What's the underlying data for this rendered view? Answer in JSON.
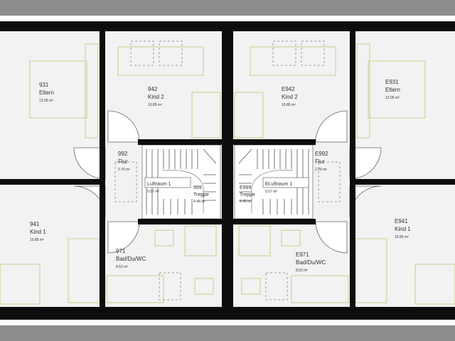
{
  "colors": {
    "wall": "#0d0d0d",
    "floor": "#f2f2f2",
    "outer_band": "#8c8c8c",
    "furniture": "#c7cf8a",
    "dashed": "#9a9a9a",
    "text": "#333333"
  },
  "rooms": [
    {
      "id": "931",
      "number": "931",
      "name": "Eltern",
      "area": "13.05 m²"
    },
    {
      "id": "942",
      "number": "942",
      "name": "Kind 2",
      "area": "10.85 m²"
    },
    {
      "id": "E942",
      "number": "E942",
      "name": "Kind 2",
      "area": "10.85 m²"
    },
    {
      "id": "E931",
      "number": "E931",
      "name": "Eltern",
      "area": "13.05 m²"
    },
    {
      "id": "992",
      "number": "992",
      "name": "Flur",
      "area": "2.76 m²"
    },
    {
      "id": "E992",
      "number": "E992",
      "name": "Flur",
      "area": "2.76 m²"
    },
    {
      "id": "luftraum-1",
      "number": "",
      "name": "Luftraum 1",
      "area": "0.57 m²"
    },
    {
      "id": "E-luftraum-1",
      "number": "",
      "name": "ELuftraum 1",
      "area": "0.57 m²"
    },
    {
      "id": "999",
      "number": "999",
      "name": "Treppe",
      "area": "4.48 m²"
    },
    {
      "id": "E999",
      "number": "E999",
      "name": "Treppe",
      "area": "4.48 m²"
    },
    {
      "id": "941",
      "number": "941",
      "name": "Kind 1",
      "area": "10.85 m²"
    },
    {
      "id": "E941",
      "number": "E941",
      "name": "Kind 1",
      "area": "10.85 m²"
    },
    {
      "id": "971",
      "number": "971",
      "name": "Bad/Du/WC",
      "area": "8.52 m²"
    },
    {
      "id": "E971",
      "number": "E971",
      "name": "Bad/Du/WC",
      "area": "8.52 m²"
    }
  ]
}
